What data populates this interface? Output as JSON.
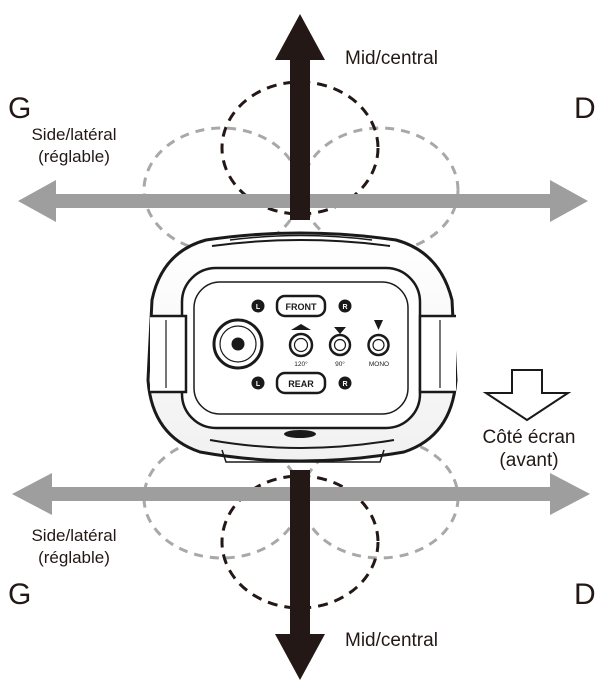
{
  "labels": {
    "mid_top": "Mid/central",
    "mid_bottom": "Mid/central",
    "left_top": "G",
    "right_top": "D",
    "left_bottom": "G",
    "right_bottom": "D",
    "side_top_line1": "Side/latéral",
    "side_top_line2": "(réglable)",
    "side_bottom_line1": "Side/latéral",
    "side_bottom_line2": "(réglable)",
    "screen_side_line1": "Côté écran",
    "screen_side_line2": "(avant)"
  },
  "device": {
    "front_label": "FRONT",
    "rear_label": "REAR",
    "l_marker": "L",
    "r_marker": "R",
    "pattern_120": "120°",
    "pattern_90": "90°",
    "pattern_mono": "MONO"
  },
  "colors": {
    "mid_arrow": "#231815",
    "side_arrow": "#9e9e9e",
    "mid_pattern": "#231815",
    "side_pattern": "#a8a8a8",
    "device_body": "#ffffff",
    "device_outline": "#1a1a1a"
  },
  "icons": {
    "screen_direction": "outline-down-arrow-icon"
  }
}
